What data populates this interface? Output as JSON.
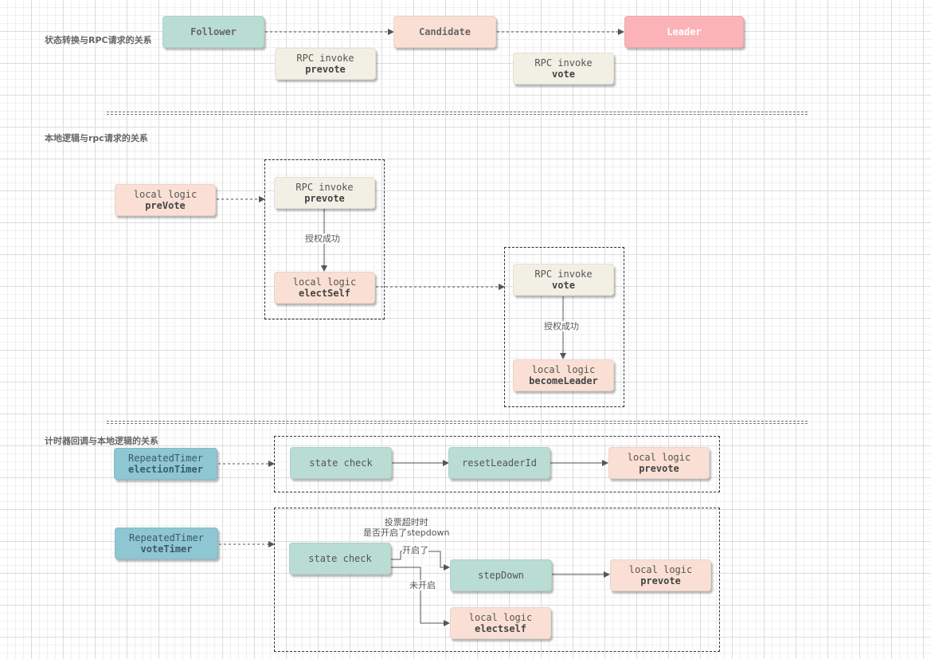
{
  "sections": {
    "state_rpc": "状态转换与RPC请求的关系",
    "local_rpc": "本地逻辑与rpc请求的关系",
    "timer_local": "计时器回调与本地逻辑的关系"
  },
  "states": {
    "follower": "Follower",
    "candidate": "Candidate",
    "leader": "Leader"
  },
  "rpc": {
    "prefix": "RPC invoke",
    "prevote": "prevote",
    "vote": "vote"
  },
  "local": {
    "prefix": "local logic",
    "preVote": "preVote",
    "electSelf": "electSelf",
    "becomeLeader": "becomeLeader",
    "prevote": "prevote",
    "electself": "electself"
  },
  "timers": {
    "prefix": "RepeatedTimer",
    "election": "electionTimer",
    "vote": "voteTimer"
  },
  "steps": {
    "state_check": "state check",
    "reset_leader": "resetLeaderId",
    "step_down": "stepDown"
  },
  "edge_labels": {
    "granted": "授权成功",
    "timeout_line1": "投票超时时",
    "timeout_line2": "是否开启了stepdown",
    "enabled": "开启了",
    "disabled": "未开启"
  },
  "colors": {
    "follower": "#b9ddd3",
    "candidate": "#fae0d4",
    "leader": "#fcb3b8",
    "rpc": "#f2efe5",
    "local": "#fae0d4",
    "timer": "#8ec6d3",
    "step": "#b9ddd3"
  }
}
